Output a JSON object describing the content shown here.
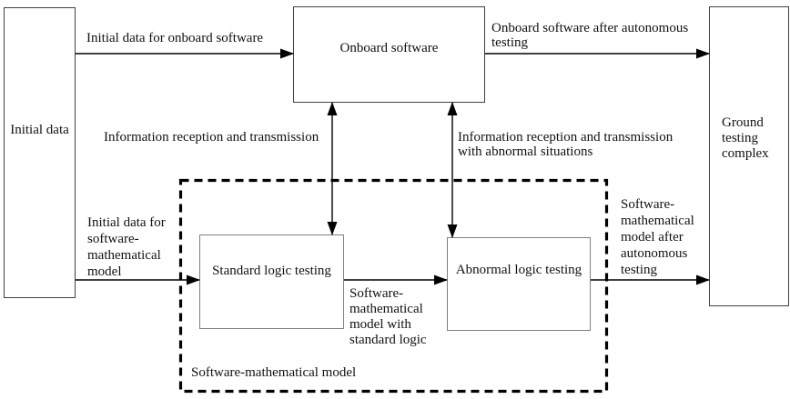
{
  "diagram": {
    "boxes": {
      "initial_data": {
        "label": "Initial data"
      },
      "onboard_software": {
        "label": "Onboard software"
      },
      "standard_logic_testing": {
        "label": "Standard logic testing"
      },
      "abnormal_logic_testing": {
        "label": "Abnormal logic testing"
      },
      "ground_testing_complex": {
        "label": "Ground\ntesting\ncomplex"
      }
    },
    "dashed_container": {
      "label": "Software-mathematical model"
    },
    "edge_labels": {
      "initial_to_onboard": "Initial data for onboard software",
      "onboard_to_ground": "Onboard software after autonomous\ntesting",
      "info_reception": "Information reception and transmission",
      "info_reception_abnormal": "Information reception and transmission\nwith abnormal situations",
      "initial_to_model": "Initial data for\nsoftware-\nmathematical\nmodel",
      "standard_to_abnormal": "Software-\nmathematical\nmodel with\nstandard logic",
      "model_to_ground": "Software-\nmathematical\nmodel after\nautonomous\ntesting"
    },
    "colors": {
      "background": "#ffffff",
      "arrow_line": "#000000",
      "outer_box_border": "#404040",
      "inner_box_border": "#808080",
      "dashed_border": "#000000",
      "text": "#111111"
    }
  }
}
